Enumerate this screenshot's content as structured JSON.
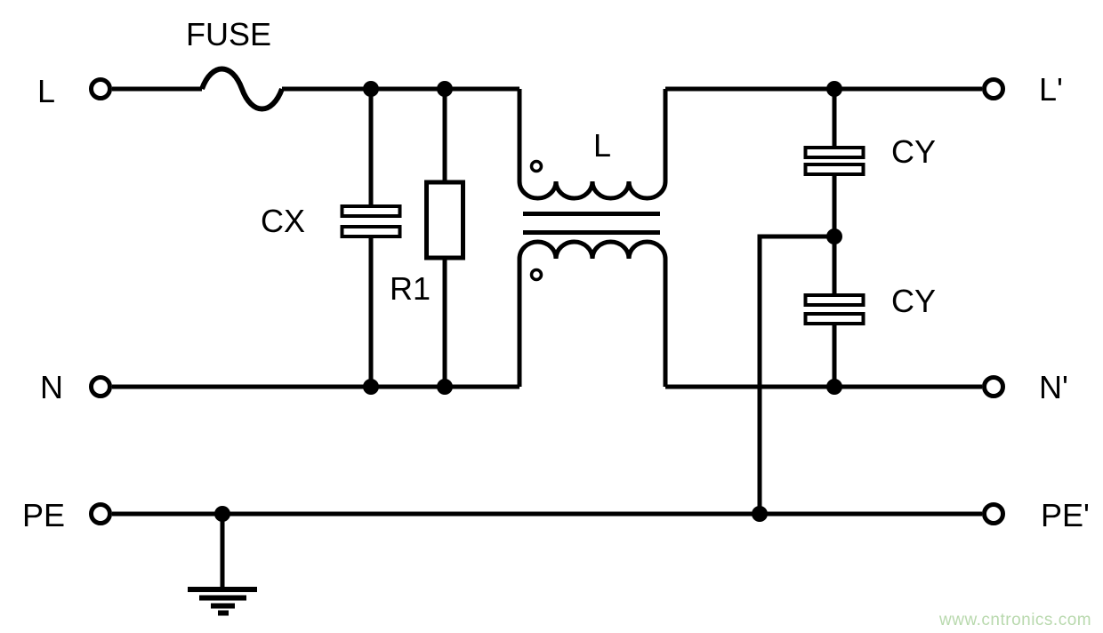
{
  "diagram": {
    "kind": "EMI power line filter schematic",
    "line_color": "#000000",
    "background_color": "#ffffff"
  },
  "labels": {
    "input_l": "L",
    "input_n": "N",
    "input_pe": "PE",
    "output_l": "L'",
    "output_n": "N'",
    "output_pe": "PE'"
  },
  "components": {
    "fuse": "FUSE",
    "cx": "CX",
    "r1": "R1",
    "choke": "L",
    "cy_top": "CY",
    "cy_bottom": "CY"
  },
  "watermark": {
    "text": "www.cntronics.com",
    "color": "#b9d9ae"
  }
}
